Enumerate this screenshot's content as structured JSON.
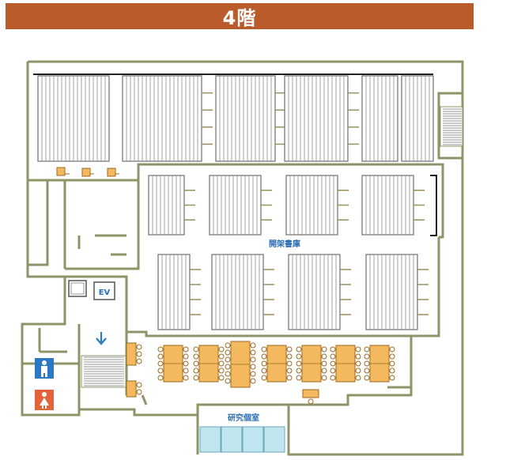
{
  "header": {
    "title": "4階"
  },
  "rooms": {
    "stacks_label": "開架書庫",
    "study_label": "研究個室",
    "elevator_label": "EV"
  },
  "colors": {
    "banner": "#b95b2b",
    "wall": "#8c9468",
    "shelf": "#6e6e6e",
    "table": "#f4b95e",
    "table_stroke": "#9b6a1e",
    "booth": "#bfe6ef",
    "restroom_male": "#2c78c4",
    "restroom_female": "#e3633b",
    "label_text": "#2a6cb5"
  },
  "icons": [
    "down-arrow-icon",
    "restroom-male-icon",
    "restroom-female-icon",
    "stairs-icon",
    "elevator-icon"
  ]
}
